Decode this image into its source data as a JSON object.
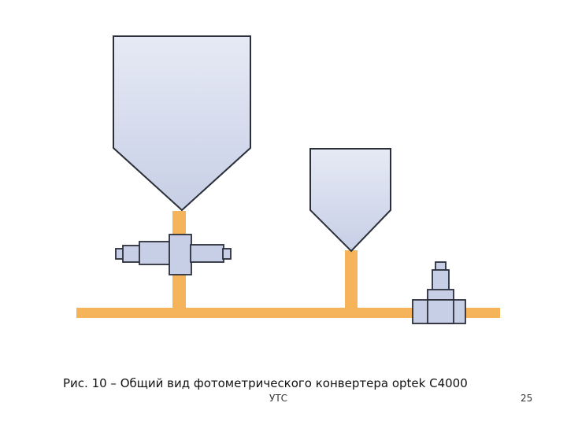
{
  "caption": "Рис. 10 – Общий вид фотометрического конвертера optek C4000",
  "footer": {
    "left": "УТС",
    "right": "25"
  },
  "colors": {
    "pipe": "#f5b45a",
    "fill": "#c7cfe6",
    "fill_light": "#e6eaf5",
    "stroke": "#2b2f3a"
  }
}
